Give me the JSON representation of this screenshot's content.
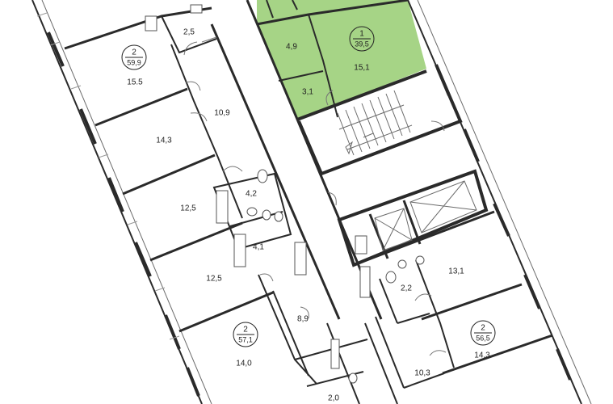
{
  "colors": {
    "highlight": "#a6d486",
    "wall": "#2a2a2a",
    "background": "#ffffff"
  },
  "apartments": [
    {
      "id": "apt-top-center",
      "rooms_label": "1",
      "total_area": "39,5"
    },
    {
      "id": "apt-upper-left",
      "rooms_label": "2",
      "total_area": "59,9"
    },
    {
      "id": "apt-lower-left",
      "rooms_label": "2",
      "total_area": "57,1"
    },
    {
      "id": "apt-right",
      "rooms_label": "2",
      "total_area": "56,5"
    }
  ],
  "rooms": {
    "r_4_9": "4,9",
    "r_15_1": "15,1",
    "r_3_1": "3,1",
    "r_2_5": "2,5",
    "r_15_5": "15.5",
    "r_10_9": "10,9",
    "r_14_3_left": "14,3",
    "r_4_2": "4,2",
    "r_12_5_a": "12,5",
    "r_4_1": "4,1",
    "r_12_5_b": "12,5",
    "r_8_9": "8,9",
    "r_14_0": "14,0",
    "r_2_0": "2,0",
    "r_13_1": "13,1",
    "r_2_2": "2,2",
    "r_10_3": "10,3",
    "r_14_3_right": "14,3"
  }
}
